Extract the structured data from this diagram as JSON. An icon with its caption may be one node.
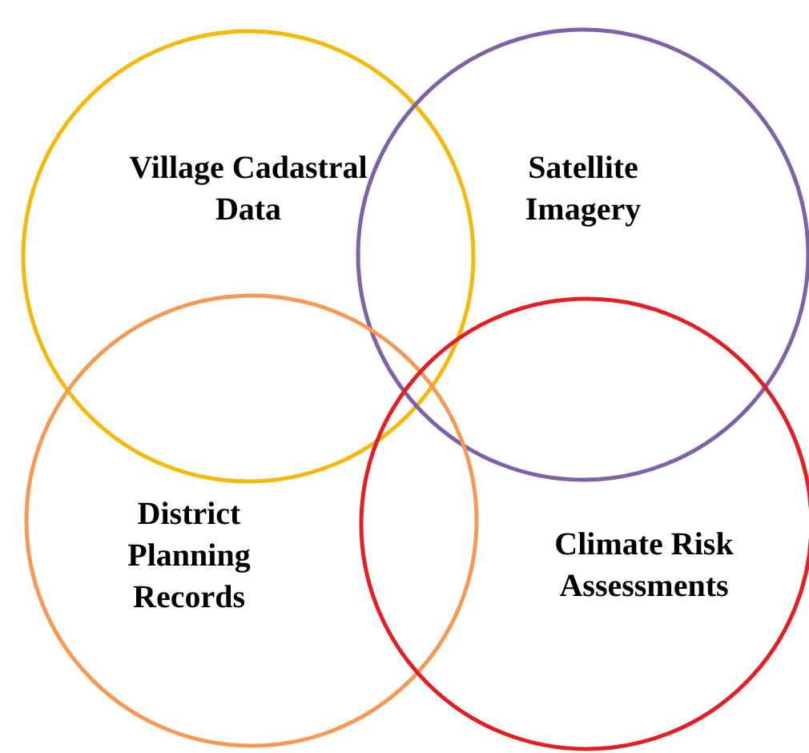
{
  "diagram": {
    "nodes": [
      {
        "text": [
          "Village Cadastral Data"
        ]
      },
      {
        "text": [
          "Satellite Imagery"
        ]
      },
      {
        "text": [
          "District Planning Records"
        ]
      },
      {
        "text": [
          "Climate Risk Assessments"
        ]
      }
    ]
  }
}
